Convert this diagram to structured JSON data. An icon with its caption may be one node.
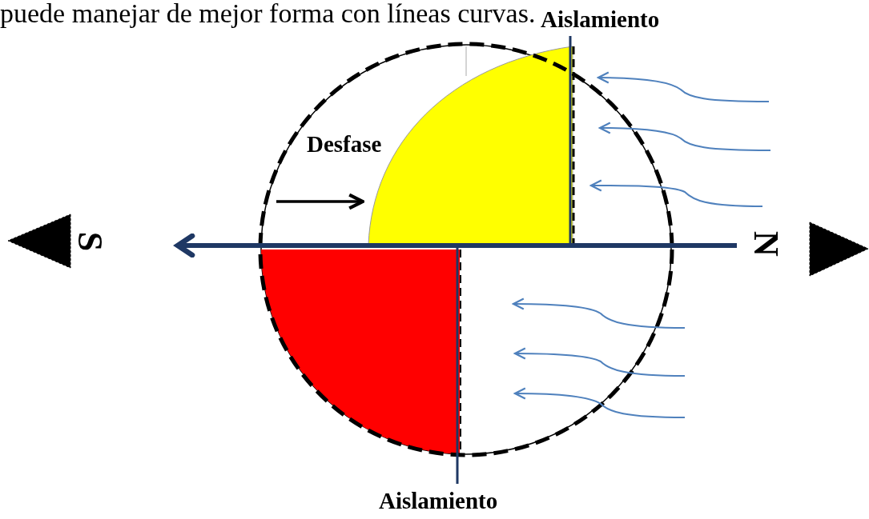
{
  "diagram": {
    "labels": [
      "puede manejar de mejor forma con líneas curvas.",
      "Aislamiento",
      "Desfase",
      "S",
      "N",
      "Aislamiento"
    ]
  }
}
